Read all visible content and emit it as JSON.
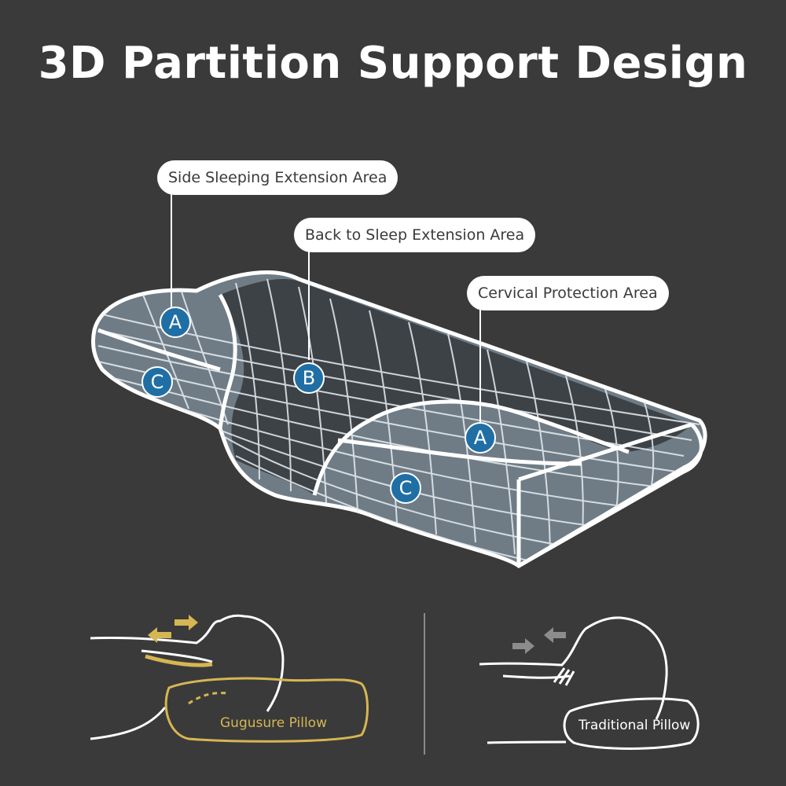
{
  "title": "3D Partition Support Design",
  "callouts": {
    "side": "Side Sleeping Extension Area",
    "back": "Back to Sleep Extension Area",
    "cervical": "Cervical Protection Area"
  },
  "badges": {
    "a_left": "A",
    "c_left": "C",
    "b_center": "B",
    "a_right": "A",
    "c_right": "C"
  },
  "comparison": {
    "gugusure_label": "Gugusure Pillow",
    "traditional_label": "Traditional Pillow"
  },
  "colors": {
    "background": "#3a3a3a",
    "badge": "#1f6fa5",
    "gold": "#d6b652",
    "arrow_gray": "#8c8c8c"
  }
}
